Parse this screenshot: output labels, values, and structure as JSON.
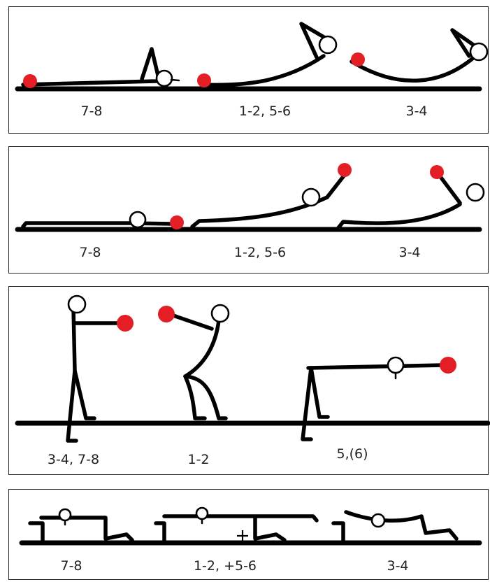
{
  "ball_color": "#e31e24",
  "panels": [
    {
      "labels": [
        "7-8",
        "1-2, 5-6",
        "3-4"
      ]
    },
    {
      "labels": [
        "7-8",
        "1-2, 5-6",
        "3-4"
      ]
    },
    {
      "labels": [
        "3-4, 7-8",
        "1-2",
        "5,(6)"
      ]
    },
    {
      "labels": [
        "7-8",
        "1-2, +5-6",
        "3-4"
      ]
    }
  ]
}
